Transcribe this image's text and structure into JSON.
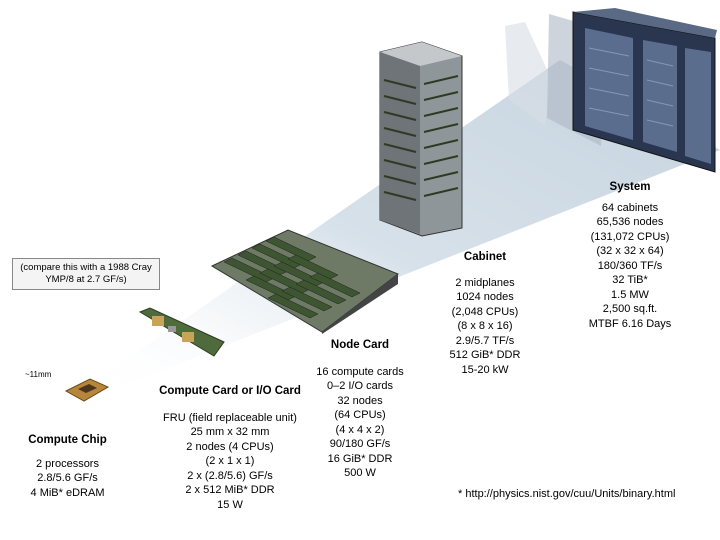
{
  "compare_note": {
    "line1": "(compare this with a 1988",
    "line2": "Cray YMP/8 at 2.7 GF/s)"
  },
  "chip_size_label": "~11mm",
  "stages": {
    "chip": {
      "title": "Compute Chip",
      "lines": [
        "2 processors",
        "2.8/5.6 GF/s",
        "4 MiB* eDRAM"
      ]
    },
    "card": {
      "title": "Compute Card or I/O Card",
      "lines": [
        "FRU (field replaceable unit)",
        "25 mm x 32 mm",
        "2 nodes (4 CPUs)",
        "(2 x 1 x 1)",
        "2 x (2.8/5.6) GF/s",
        "2 x 512 MiB* DDR",
        "15 W"
      ]
    },
    "node": {
      "title": "Node Card",
      "lines": [
        "16 compute cards",
        "0–2 I/O cards",
        "32 nodes",
        "(64 CPUs)",
        "(4 x 4 x 2)",
        "90/180 GF/s",
        "16 GiB* DDR",
        "500 W"
      ]
    },
    "cabinet": {
      "title": "Cabinet",
      "lines": [
        "2 midplanes",
        "1024 nodes",
        "(2,048 CPUs)",
        "(8 x 8 x 16)",
        "2.9/5.7 TF/s",
        "512 GiB* DDR",
        "15-20 kW"
      ]
    },
    "system": {
      "title": "System",
      "lines": [
        "64 cabinets",
        "65,536 nodes",
        "(131,072 CPUs)",
        "(32 x 32 x 64)",
        "180/360 TF/s",
        "32 TiB*",
        "1.5 MW",
        "2,500 sq.ft.",
        "MTBF 6.16 Days"
      ]
    }
  },
  "footnote": "* http://physics.nist.gov/cuu/Units/binary.html",
  "colors": {
    "beam": "#cfdbe6",
    "cabinet_metal": "#9aa0a4",
    "system_blue": "#2a3550",
    "board_green": "#4f6b3c",
    "chip_gold": "#b8863a"
  }
}
